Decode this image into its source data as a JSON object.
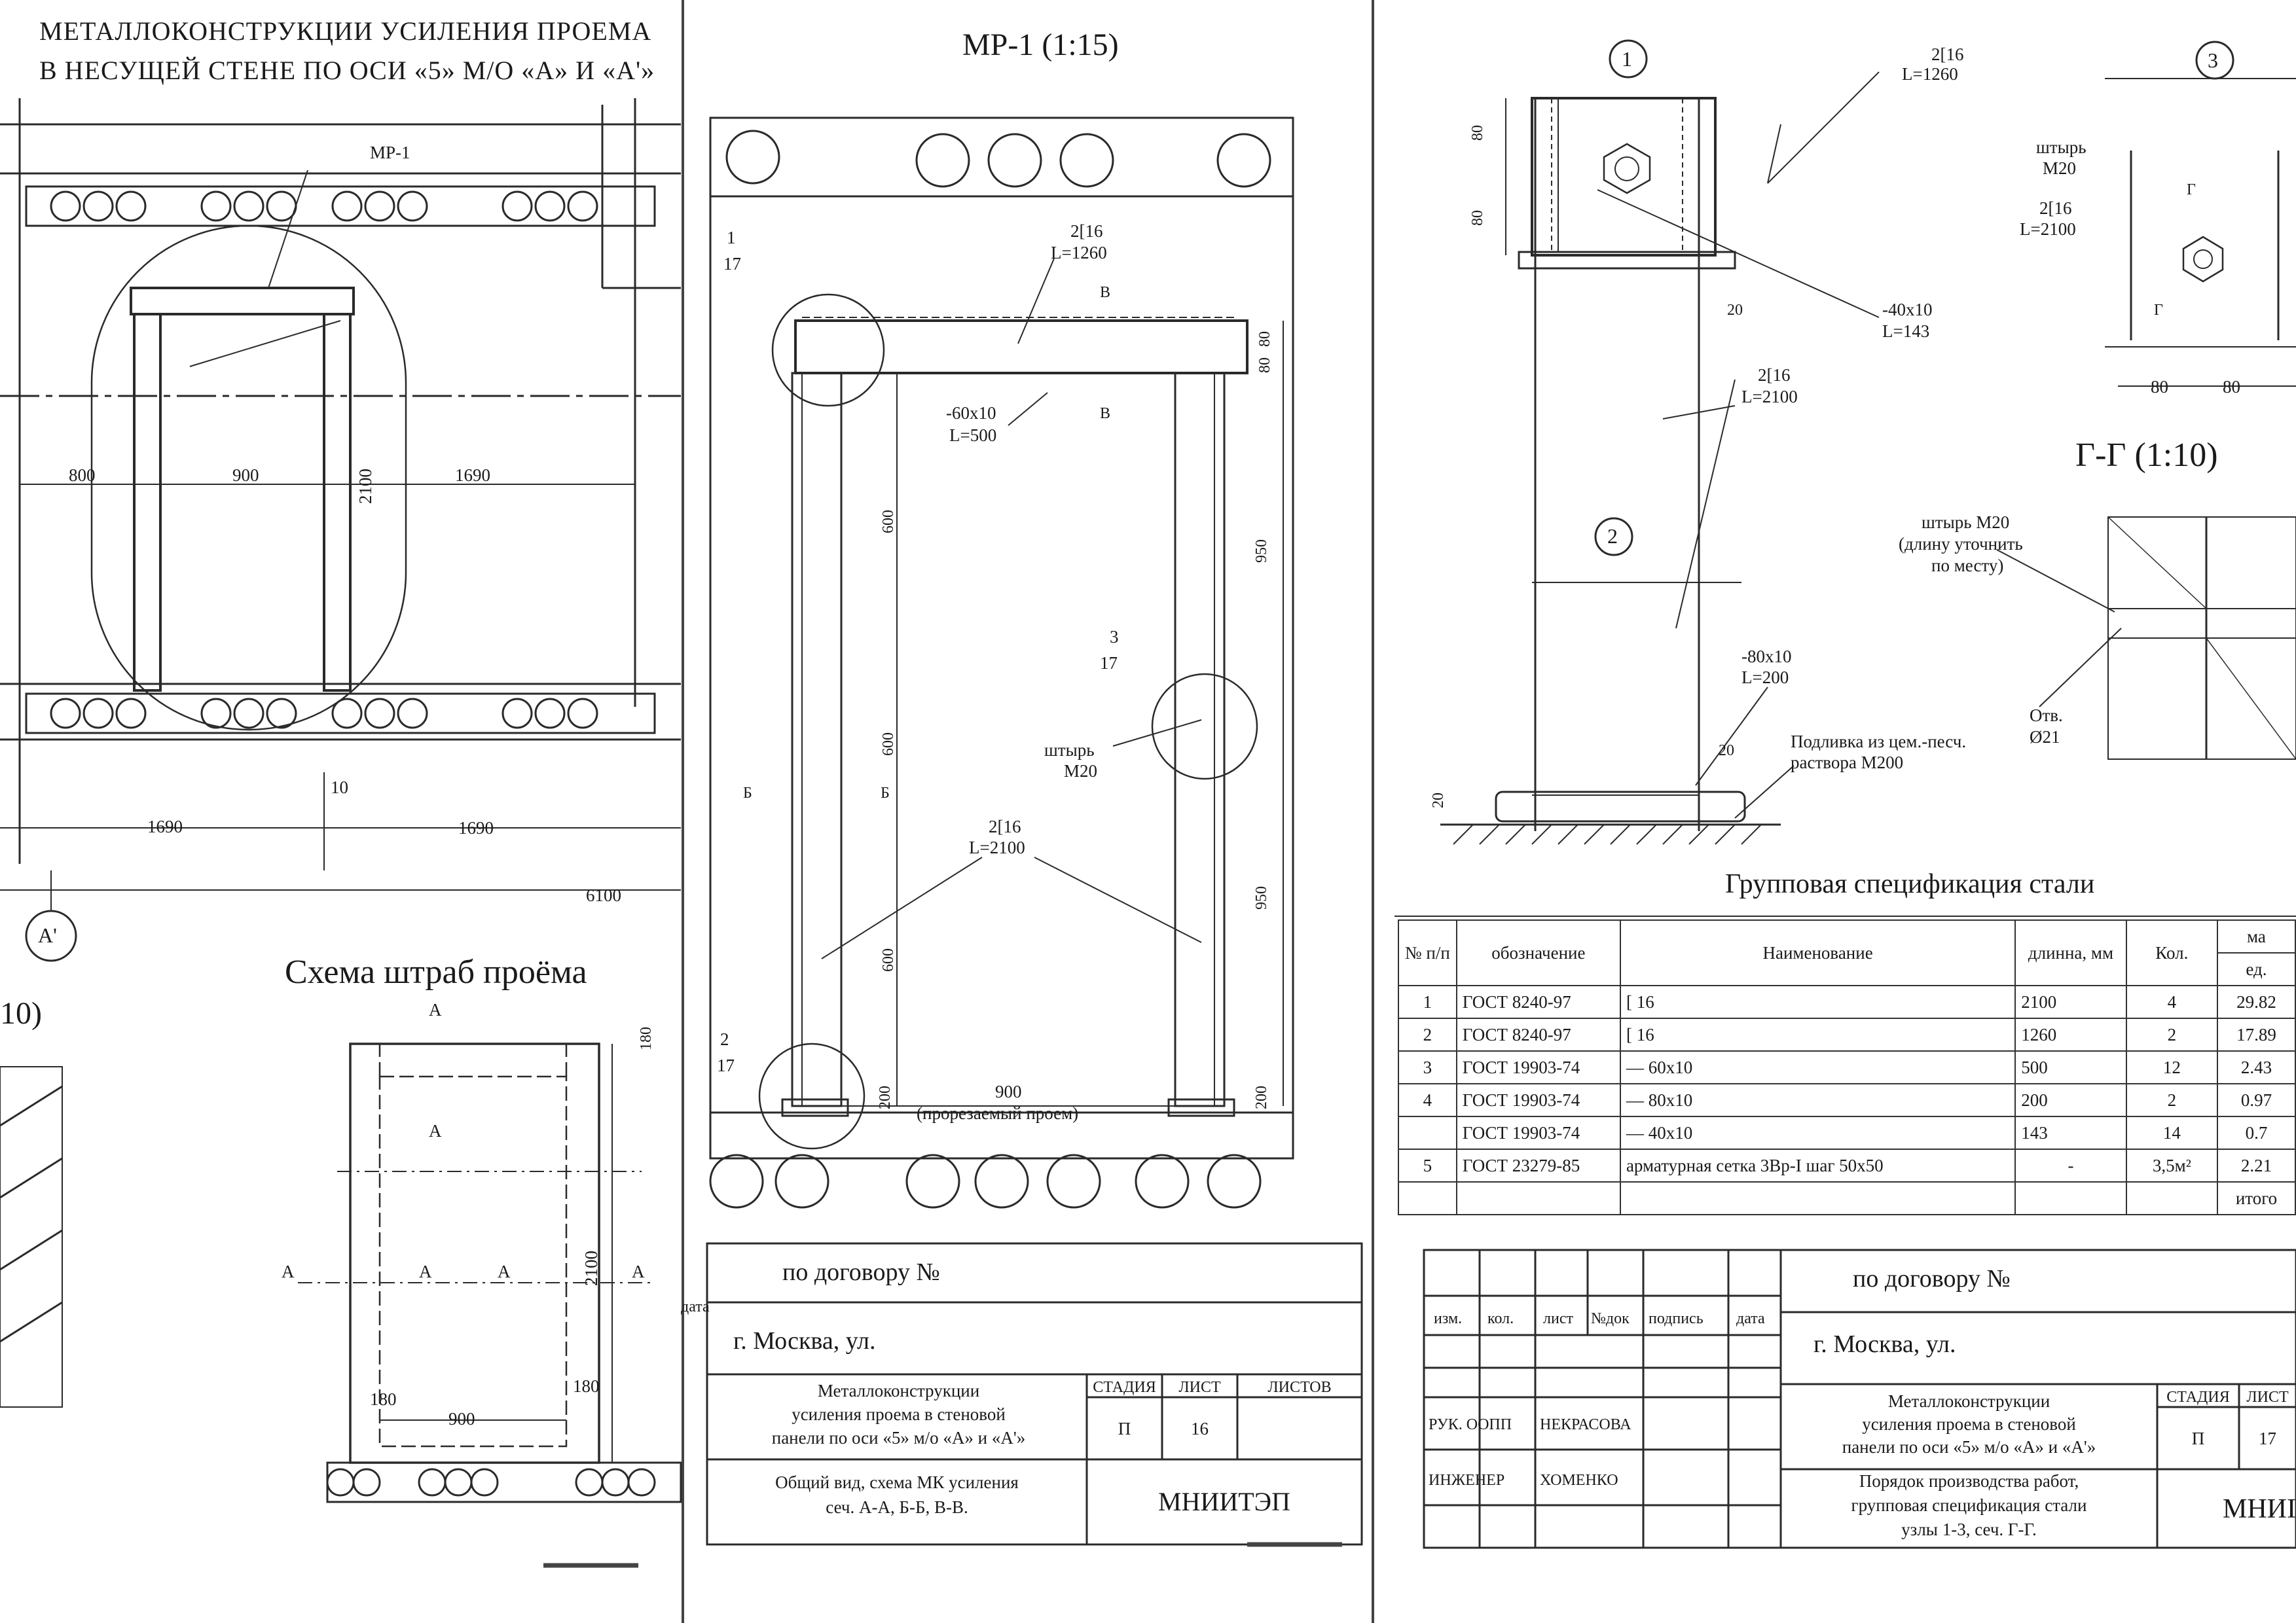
{
  "sheet1": {
    "title_line1": "МЕТАЛЛОКОНСТРУКЦИИ УСИЛЕНИЯ ПРОЕМА",
    "title_line2": "В НЕСУЩЕЙ СТЕНЕ ПО ОСИ «5» М/О «А» И «А'»",
    "plan": {
      "callout": "МР-1",
      "dims": [
        "800",
        "900",
        "1690",
        "2100",
        "10",
        "1690",
        "1690",
        "6100"
      ],
      "axis": "А'"
    },
    "scheme_title": "Схема штраб проёма",
    "scheme_fragment": "10)",
    "scheme": {
      "section_marks": [
        "А",
        "А",
        "А",
        "А",
        "А",
        "А"
      ],
      "dims": [
        "180",
        "2100",
        "180",
        "180",
        "900"
      ]
    }
  },
  "mr1": {
    "title": "МР-1 (1:15)",
    "labels": {
      "beam_top": [
        "2[16",
        "L=1260"
      ],
      "plate": [
        "-60x10",
        "L=500"
      ],
      "column": [
        "2[16",
        "L=2100"
      ],
      "pin": [
        "штырь",
        "М20"
      ],
      "opening": [
        "900",
        "(прорезаемый проем)"
      ],
      "node1": [
        "1",
        "17"
      ],
      "node2": [
        "2",
        "17"
      ],
      "node3": [
        "3",
        "17"
      ],
      "sections": [
        "В",
        "В",
        "Б",
        "Б"
      ]
    },
    "dims": [
      "80",
      "80",
      "950",
      "950",
      "200",
      "200",
      "600",
      "600",
      "600"
    ]
  },
  "stamp_left": {
    "contract": "по договору №",
    "city": "г. Москва, ул.",
    "side_label": "дата",
    "title": [
      "Металлоконструкции",
      "усиления проема в стеновой",
      "панели по оси «5» м/о «А» и «А'»"
    ],
    "headers": [
      "СТАДИЯ",
      "ЛИСТ",
      "ЛИСТОВ"
    ],
    "stage": "П",
    "sheet": "16",
    "sheet_name": [
      "Общий вид, схема МК усиления",
      "сеч. А-А, Б-Б, В-В."
    ],
    "org": "МНИИТЭП"
  },
  "sheet2": {
    "node1": {
      "num": "1",
      "beam": [
        "2[16",
        "L=1260"
      ],
      "plate": [
        "-40x10",
        "L=143"
      ],
      "column": [
        "2[16",
        "L=2100"
      ],
      "dims": [
        "80",
        "80",
        "20"
      ]
    },
    "node2": {
      "num": "2",
      "plate": [
        "-80x10",
        "L=200"
      ],
      "grout": [
        "Подливка из цем.-песч.",
        "раствора М200"
      ],
      "dims": [
        "20",
        "20"
      ]
    },
    "node3": {
      "num": "3",
      "pin": [
        "штырь",
        "М20"
      ],
      "column": [
        "2[16",
        "L=2100"
      ],
      "section_marks": [
        "Г",
        "Г"
      ],
      "dims": [
        "80",
        "80"
      ]
    },
    "section_gg": {
      "title": "Г-Г (1:10)",
      "pin": [
        "штырь М20",
        "(длину уточнить",
        "по месту)"
      ],
      "hole": [
        "Отв.",
        "Ø21"
      ]
    }
  },
  "spec": {
    "title": "Групповая спецификация стали",
    "headers": [
      "№ п/п",
      "обозначение",
      "Наименование",
      "длинна, мм",
      "Кол.",
      "ма",
      "ед."
    ],
    "rows": [
      {
        "n": "1",
        "gost": "ГОСТ 8240-97",
        "name": "[ 16",
        "len": "2100",
        "qty": "4",
        "unit": "29.82"
      },
      {
        "n": "2",
        "gost": "ГОСТ 8240-97",
        "name": "[ 16",
        "len": "1260",
        "qty": "2",
        "unit": "17.89"
      },
      {
        "n": "3",
        "gost": "ГОСТ 19903-74",
        "name": "— 60x10",
        "len": "500",
        "qty": "12",
        "unit": "2.43"
      },
      {
        "n": "4",
        "gost": "ГОСТ 19903-74",
        "name": "— 80x10",
        "len": "200",
        "qty": "2",
        "unit": "0.97"
      },
      {
        "n": "",
        "gost": "ГОСТ 19903-74",
        "name": "— 40x10",
        "len": "143",
        "qty": "14",
        "unit": "0.7"
      },
      {
        "n": "5",
        "gost": "ГОСТ 23279-85",
        "name": "арматурная сетка 3Вр-I шаг 50x50",
        "len": "-",
        "qty": "3,5м²",
        "unit": "2.21"
      }
    ],
    "total": "итого"
  },
  "stamp_right": {
    "contract": "по договору №",
    "city": "г. Москва, ул.",
    "grid_headers": [
      "изм.",
      "кол.",
      "лист",
      "№док",
      "подпись",
      "дата"
    ],
    "people": [
      {
        "role": "РУК. ООПП",
        "name": "НЕКРАСОВА"
      },
      {
        "role": "ИНЖЕНЕР",
        "name": "ХОМЕНКО"
      }
    ],
    "title": [
      "Металлоконструкции",
      "усиления проема в стеновой",
      "панели по оси «5» м/о «А» и «А'»"
    ],
    "headers": [
      "СТАДИЯ",
      "ЛИСТ"
    ],
    "stage": "П",
    "sheet": "17",
    "sheet_name": [
      "Порядок производства работ,",
      "групповая спецификация стали",
      "узлы 1-3, сеч. Г-Г."
    ],
    "org": "МНИІ"
  }
}
